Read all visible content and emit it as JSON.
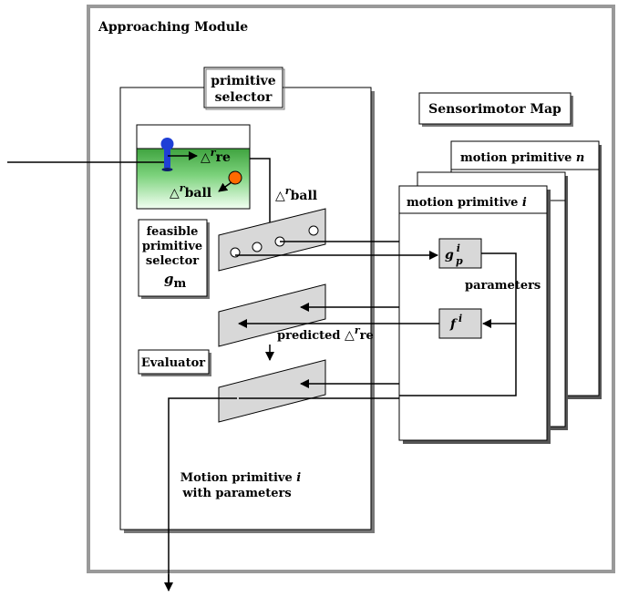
{
  "module": {
    "title": "Approaching Module"
  },
  "selector": {
    "line1": "primitive",
    "line2": "selector"
  },
  "sensorimotor_map": {
    "title": "Sensorimotor Map"
  },
  "motion_primitives": {
    "front": {
      "label": "motion primitive ",
      "index": "i"
    },
    "back": {
      "label": "motion primitive ",
      "index": "n"
    },
    "parameters": "parameters"
  },
  "feasible_selector": {
    "line1": "feasible",
    "line2": "primitive",
    "line3": "selector",
    "g": "g",
    "g_sub": "m"
  },
  "delta": {
    "symbol": "△",
    "r": "r",
    "re": "re",
    "ball": "ball"
  },
  "predicted": {
    "text": "predicted "
  },
  "evaluator": {
    "label": "Evaluator"
  },
  "functions": {
    "g": "g",
    "g_sup": "i",
    "g_sub": "p",
    "f": "f",
    "f_sup": "i"
  },
  "output": {
    "line1": "Motion primitive ",
    "line1_index": "i",
    "line2": "with parameters"
  },
  "colors": {
    "ball": "#ff6a00",
    "robot": "#1f3fd6",
    "field_top": "#0a7a0a",
    "field_bottom": "#f2fff2",
    "panel_fill": "#d8d8d8"
  }
}
